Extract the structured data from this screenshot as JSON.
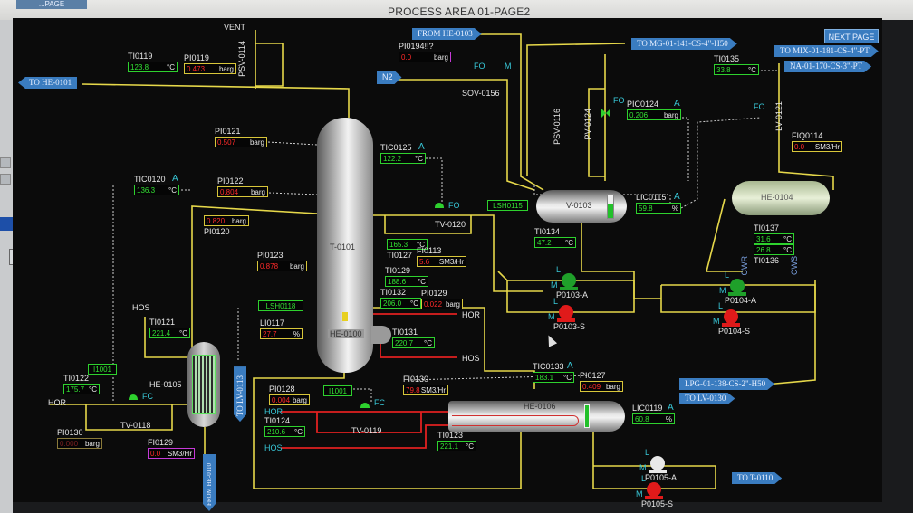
{
  "window": {
    "title": "PROCESS AREA 01-PAGE2",
    "tab_label": "...PAGE",
    "next_page": "NEXT PAGE",
    "side_arrow": ">"
  },
  "colors": {
    "pipe": "#e6d84a",
    "hot_pipe": "#e02020",
    "ok": "#2ed12e",
    "alarm": "#ff2a2a",
    "connector": "#3a7cc0",
    "background": "#0b0b0b"
  },
  "connectors": {
    "to_he_0101": "TO HE-0101",
    "from_he_0103": "FROM HE-0103",
    "to_mg": "TO MG-01-141-CS-4\"-H50",
    "to_mix": "TO MIX-01-181-CS-4\"-PT",
    "na": "NA-01-170-CS-3\"-PT",
    "n2": "N2",
    "lpg": "LPG-01-138-CS-2\"-H50",
    "to_lv_0130": "TO LV-0130",
    "to_t_0110": "TO T-0110",
    "to_lv_0113": "TO LV-0113",
    "from_he_0110": "FROM HE-0110"
  },
  "instruments": [
    {
      "tag": "TI0119",
      "value": "123.8",
      "unit": "°C",
      "style": "g"
    },
    {
      "tag": "PI0119",
      "value": "0.473",
      "unit": "barg",
      "style": "y"
    },
    {
      "tag": "PI0194!!?",
      "value": "0.0",
      "unit": "barg",
      "style": "m"
    },
    {
      "tag": "PI0121",
      "value": "0.507",
      "unit": "barg",
      "style": "y"
    },
    {
      "tag": "TIC0125",
      "value": "122.2",
      "unit": "°C",
      "style": "g",
      "mode": "A"
    },
    {
      "tag": "TIC0120",
      "value": "136.3",
      "unit": "°C",
      "style": "g",
      "mode": "A"
    },
    {
      "tag": "PI0122",
      "value": "0.804",
      "unit": "barg",
      "style": "y"
    },
    {
      "tag": "PI0120",
      "value": "0.820",
      "unit": "barg",
      "style": "y"
    },
    {
      "tag": "PI0123",
      "value": "0.878",
      "unit": "barg",
      "style": "y"
    },
    {
      "tag": "TI0127",
      "value": "165.3",
      "unit": "°C",
      "style": "g"
    },
    {
      "tag": "FI0113",
      "value": "5.6",
      "unit": "SM3/Hr",
      "style": "y"
    },
    {
      "tag": "TI0129",
      "value": "188.6",
      "unit": "°C",
      "style": "g"
    },
    {
      "tag": "TI0132",
      "value": "206.0",
      "unit": "°C",
      "style": "g"
    },
    {
      "tag": "PI0129",
      "value": "0.022",
      "unit": "barg",
      "style": "y"
    },
    {
      "tag": "LI0117",
      "value": "27.7",
      "unit": "%",
      "style": "y"
    },
    {
      "tag": "TI0121",
      "value": "221.4",
      "unit": "°C",
      "style": "g"
    },
    {
      "tag": "TI0131",
      "value": "220.7",
      "unit": "°C",
      "style": "g"
    },
    {
      "tag": "TI0122",
      "value": "175.7",
      "unit": "°C",
      "style": "g"
    },
    {
      "tag": "PI0130",
      "value": "0.000",
      "unit": "barg",
      "style": "d"
    },
    {
      "tag": "FI0129",
      "value": "0.0",
      "unit": "SM3/Hr",
      "style": "m"
    },
    {
      "tag": "TI0124",
      "value": "210.6",
      "unit": "°C",
      "style": "g"
    },
    {
      "tag": "PI0128",
      "value": "0.004",
      "unit": "barg",
      "style": "y"
    },
    {
      "tag": "FI0130",
      "value": "79.8",
      "unit": "SM3/Hr",
      "style": "y"
    },
    {
      "tag": "TI0123",
      "value": "221.1",
      "unit": "°C",
      "style": "g"
    },
    {
      "tag": "TIC0133",
      "value": "183.1",
      "unit": "°C",
      "style": "g",
      "mode": "A"
    },
    {
      "tag": "PI0127",
      "value": "0.409",
      "unit": "barg",
      "style": "y"
    },
    {
      "tag": "LIC0119",
      "value": "60.8",
      "unit": "%",
      "style": "g",
      "mode": "A"
    },
    {
      "tag": "TI0134",
      "value": "47.2",
      "unit": "°C",
      "style": "g"
    },
    {
      "tag": "LIC0115",
      "value": "59.8",
      "unit": "%",
      "style": "g",
      "mode": "A"
    },
    {
      "tag": "PIC0124",
      "value": "0.206",
      "unit": "barg",
      "style": "g",
      "mode": "A"
    },
    {
      "tag": "TI0135",
      "value": "33.8",
      "unit": "°C",
      "style": "g"
    },
    {
      "tag": "FIQ0114",
      "value": "0.0",
      "unit": "SM3/Hr",
      "style": "y"
    },
    {
      "tag": "TI0137",
      "value": "31.6",
      "unit": "°C",
      "style": "g"
    },
    {
      "tag": "TI0136",
      "value": "26.8",
      "unit": "°C",
      "style": "g"
    }
  ],
  "switches": {
    "lsh0118": "LSH0118",
    "lsh0115": "LSH0115",
    "i1001_a": "I1001",
    "i1001_b": "I1001"
  },
  "equipment": {
    "t0101": "T-0101",
    "he0100": "HE-0100",
    "v0103": "V-0103",
    "he0104": "HE-0104",
    "he0105": "HE-0105",
    "he0106": "HE-0106"
  },
  "pumps": [
    {
      "tag": "P0103-A",
      "status": "running",
      "color": "#1fa02a"
    },
    {
      "tag": "P0103-S",
      "status": "stopped",
      "color": "#e01a1a"
    },
    {
      "tag": "P0104-A",
      "status": "running",
      "color": "#1fa02a"
    },
    {
      "tag": "P0104-S",
      "status": "stopped",
      "color": "#e01a1a"
    },
    {
      "tag": "P0105-A",
      "status": "idle",
      "color": "#e8e8e8"
    },
    {
      "tag": "P0105-S",
      "status": "stopped",
      "color": "#e01a1a"
    }
  ],
  "valves": {
    "tv0120": "TV-0120",
    "sov0156": "SOV-0156",
    "psv0114": "PSV-0114",
    "psv0116": "PSV-0116",
    "pv0124": "PV-0124",
    "lv0121": "LV-0121",
    "tv0118": "TV-0118",
    "tv0119": "TV-0119"
  },
  "labels": {
    "vent": "VENT",
    "fo": "FO",
    "fc": "FC",
    "m": "M",
    "l": "L",
    "hos": "HOS",
    "hor": "HOR",
    "cwr": "CWR",
    "cws": "CWS"
  }
}
